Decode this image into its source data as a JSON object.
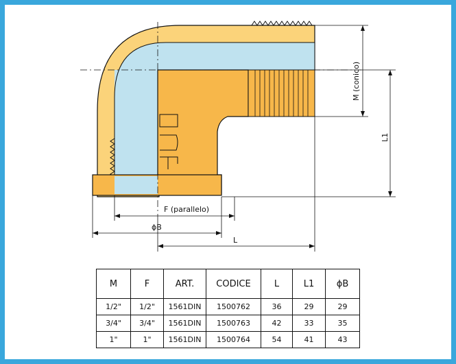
{
  "drawing": {
    "labels": {
      "m_conico": "M (conico)",
      "l1": "L1",
      "f_parallelo": "F (parallelo)",
      "dia_b": "ϕB",
      "l": "L"
    },
    "colors": {
      "frame_border": "#3aa7dc",
      "brass": "#f7b74a",
      "brass_light": "#fbd37a",
      "bore": "#bfe2ef",
      "line": "#111111"
    }
  },
  "table": {
    "headers": [
      "M",
      "F",
      "ART.",
      "CODICE",
      "L",
      "L1",
      "ϕB"
    ],
    "rows": [
      [
        "1/2\"",
        "1/2\"",
        "1561DIN",
        "1500762",
        "36",
        "29",
        "29"
      ],
      [
        "3/4\"",
        "3/4\"",
        "1561DIN",
        "1500763",
        "42",
        "33",
        "35"
      ],
      [
        "1\"",
        "1\"",
        "1561DIN",
        "1500764",
        "54",
        "41",
        "43"
      ]
    ]
  }
}
